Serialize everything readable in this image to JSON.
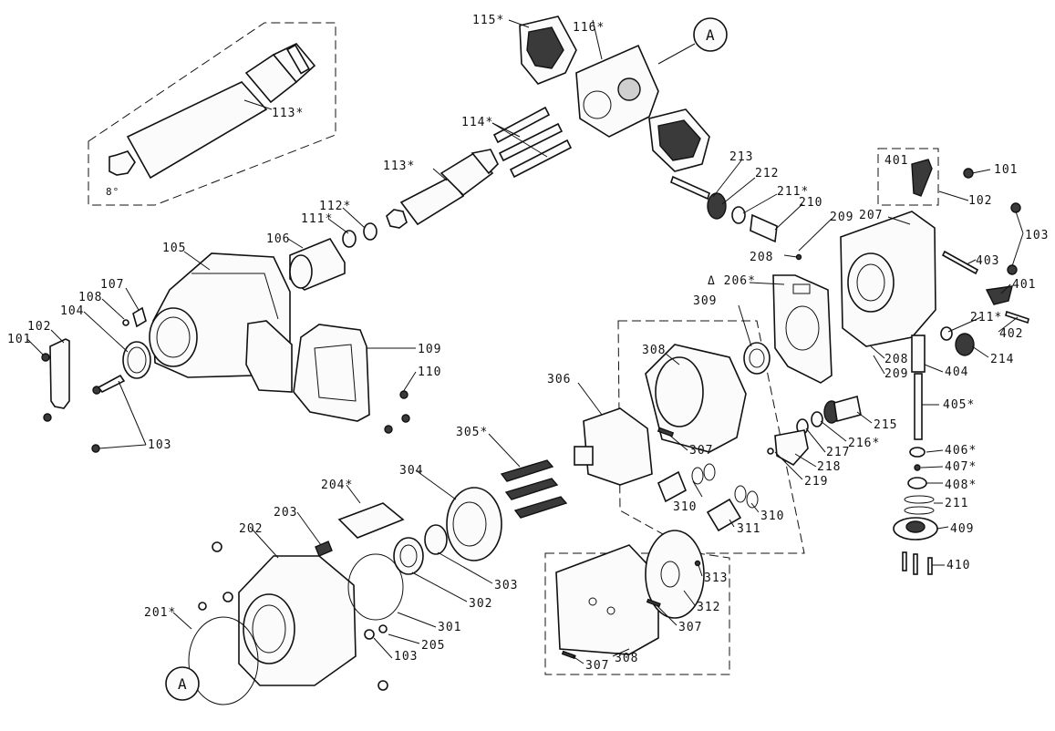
{
  "labels": {
    "l115": "115*",
    "l116": "116*",
    "lA_top": "A",
    "l113_box": "113*",
    "l8deg": "8°",
    "l114": "114*",
    "l113": "113*",
    "l213": "213",
    "l212": "212",
    "l211a": "211*",
    "l210": "210",
    "l209a": "209",
    "l208a": "208",
    "l401a": "401",
    "l101a": "101",
    "l102a": "102",
    "l207": "207",
    "l103a": "103",
    "l403": "403",
    "l401b": "401",
    "l211b": "211*",
    "l402": "402",
    "l214": "214",
    "l112": "112*",
    "l111": "111*",
    "l106": "106",
    "l105": "105",
    "l107": "107",
    "l108": "108",
    "l104": "104",
    "l102b": "102",
    "l101b": "101",
    "l109": "109",
    "l110": "110",
    "l103b": "103",
    "l206": "Δ 206*",
    "l309": "309",
    "l308a": "308",
    "l306": "306",
    "l305": "305*",
    "l208b": "208",
    "l209b": "209",
    "l404": "404",
    "l405": "405*",
    "l215": "215",
    "l216": "216*",
    "l217": "217",
    "l218": "218",
    "l219": "219",
    "l307a": "307",
    "l310a": "310",
    "l311": "311",
    "l310b": "310",
    "l406": "406*",
    "l407": "407*",
    "l408": "408*",
    "l211c": "211",
    "l409": "409",
    "l410": "410",
    "l304": "304",
    "l204": "204*",
    "l203": "203",
    "l202": "202",
    "l303": "303",
    "l302": "302",
    "l201": "201*",
    "l301": "301",
    "l205": "205",
    "l103c": "103",
    "lA_bottom": "A",
    "l313": "313",
    "l312": "312",
    "l307b": "307",
    "l308b": "308",
    "l307c": "307"
  }
}
